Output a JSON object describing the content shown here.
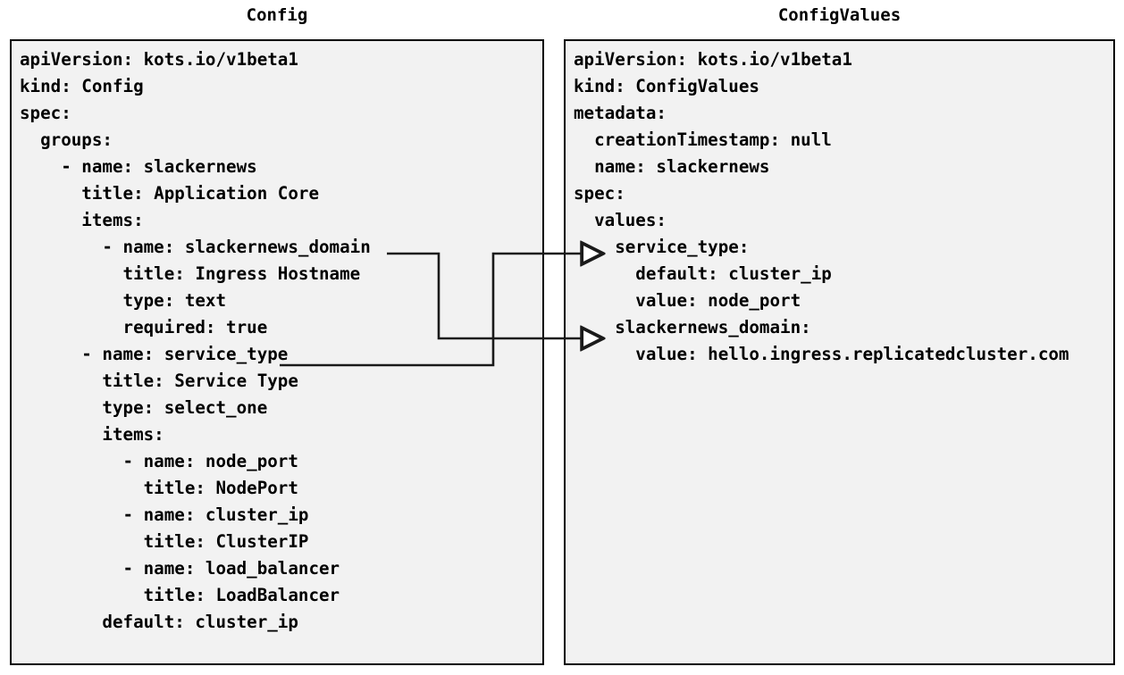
{
  "diagram": {
    "title_left": "Config",
    "title_right": "ConfigValues",
    "background_color": "#ffffff",
    "panel_background_color": "#f2f2f2",
    "panel_border_color": "#000000",
    "connector_color": "#1a1a1a"
  },
  "config_panel": {
    "label": "Config",
    "lines": [
      "apiVersion: kots.io/v1beta1",
      "kind: Config",
      "spec:",
      "  groups:",
      "    - name: slackernews",
      "      title: Application Core",
      "      items:",
      "        - name: slackernews_domain",
      "          title: Ingress Hostname",
      "          type: text",
      "          required: true",
      "      - name: service_type",
      "        title: Service Type",
      "        type: select_one",
      "        items:",
      "          - name: node_port",
      "            title: NodePort",
      "          - name: cluster_ip",
      "            title: ClusterIP",
      "          - name: load_balancer",
      "            title: LoadBalancer",
      "        default: cluster_ip"
    ]
  },
  "config_values_panel": {
    "label": "ConfigValues",
    "lines": [
      "apiVersion: kots.io/v1beta1",
      "kind: ConfigValues",
      "metadata:",
      "  creationTimestamp: null",
      "  name: slackernews",
      "spec:",
      "  values:",
      "    service_type:",
      "      default: cluster_ip",
      "      value: node_port",
      "    slackernews_domain:",
      "      value: hello.ingress.replicatedcluster.com"
    ]
  },
  "connectors": [
    {
      "name": "slackernews-domain-mapping",
      "source_label": "slackernews_domain",
      "target_label": "slackernews_domain:",
      "route": "right-down-right"
    },
    {
      "name": "service-type-mapping",
      "source_label": "service_type",
      "target_label": "service_type:",
      "route": "right-up-right"
    }
  ]
}
